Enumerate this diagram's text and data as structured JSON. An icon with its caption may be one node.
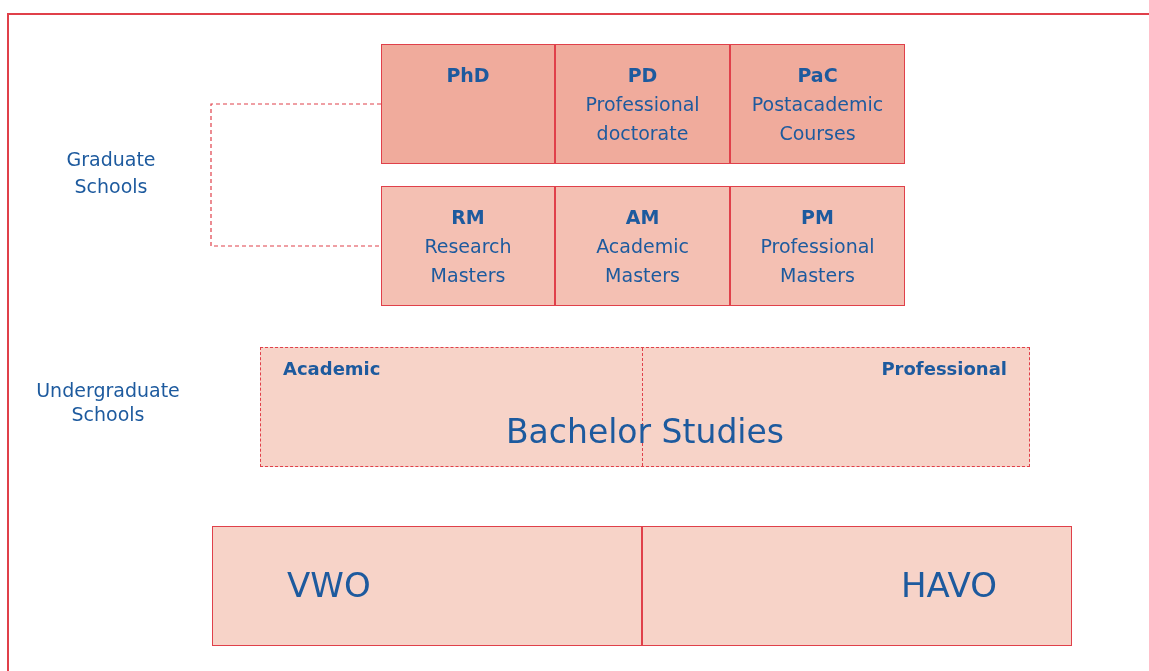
{
  "diagram": {
    "nodes": [
      {
        "text": [
          "PhD"
        ]
      },
      {
        "text": [
          "PD",
          "Professional doctorate"
        ]
      },
      {
        "text": [
          "PaC",
          "Postacademic Courses"
        ]
      },
      {
        "text": [
          "RM",
          "Research Masters"
        ]
      },
      {
        "text": [
          "AM",
          "Academic Masters"
        ]
      },
      {
        "text": [
          "PM",
          "Professional Masters"
        ]
      },
      {
        "text": [
          "Bachelor Studies"
        ]
      },
      {
        "text": [
          "Academic"
        ],
        "in": 6
      },
      {
        "text": [
          "Professional"
        ],
        "in": 6
      },
      {
        "text": [
          "VWO"
        ]
      },
      {
        "text": [
          "HAVO"
        ]
      }
    ],
    "edges": [
      {
        "from": 0,
        "to": 3,
        "arrow": "none",
        "style": "dashed"
      }
    ],
    "labels": [
      "Graduate Schools",
      "Undergraduate Schools"
    ]
  }
}
